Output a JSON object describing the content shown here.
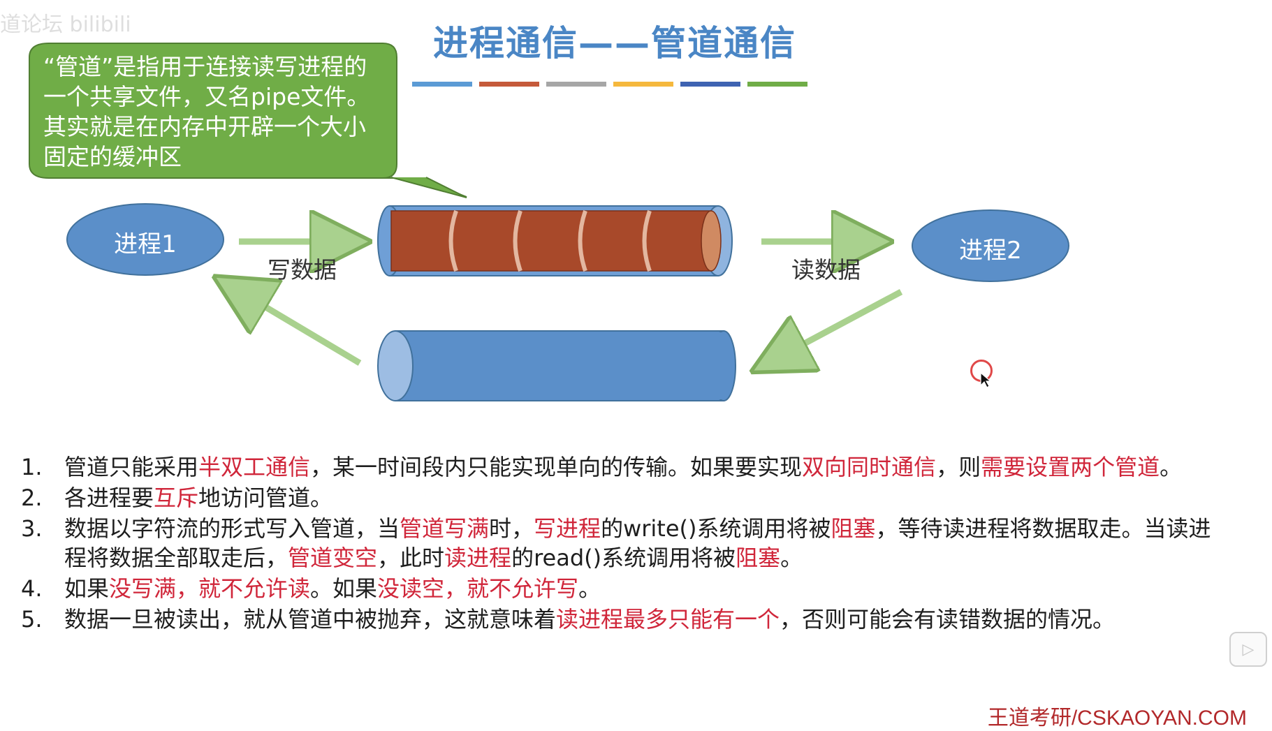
{
  "slide": {
    "title": "进程通信——管道通信",
    "watermark": "道论坛 bilibili",
    "callout": "“管道”是指用于连接读写进程的一个共享文件，又名pipe文件。其实就是在内存中开辟一个大小固定的缓冲区",
    "process1": "进程1",
    "process2": "进程2",
    "write_label": "写数据",
    "read_label": "读数据",
    "color_strip": [
      "#5b9bd5",
      "#c55a3a",
      "#a6a6a6",
      "#f5b83d",
      "#3e63b2",
      "#70ad47"
    ],
    "points": [
      {
        "num": "1.",
        "segments": [
          {
            "text": "管道只能采用",
            "hl": false
          },
          {
            "text": "半双工通信",
            "hl": true
          },
          {
            "text": "，某一时间段内只能实现单向的传输。如果要实现",
            "hl": false
          },
          {
            "text": "双向同时通信",
            "hl": true
          },
          {
            "text": "，则",
            "hl": false
          },
          {
            "text": "需要设置两个管道",
            "hl": true
          },
          {
            "text": "。",
            "hl": false
          }
        ]
      },
      {
        "num": "2.",
        "segments": [
          {
            "text": "各进程要",
            "hl": false
          },
          {
            "text": "互斥",
            "hl": true
          },
          {
            "text": "地访问管道。",
            "hl": false
          }
        ]
      },
      {
        "num": "3.",
        "segments": [
          {
            "text": "数据以字符流的形式写入管道，当",
            "hl": false
          },
          {
            "text": "管道写满",
            "hl": true
          },
          {
            "text": "时，",
            "hl": false
          },
          {
            "text": "写进程",
            "hl": true
          },
          {
            "text": "的write()系统调用将被",
            "hl": false
          },
          {
            "text": "阻塞",
            "hl": true
          },
          {
            "text": "，等待读进程将数据取走。当读进程将数据全部取走后，",
            "hl": false
          },
          {
            "text": "管道变空",
            "hl": true
          },
          {
            "text": "，此时",
            "hl": false
          },
          {
            "text": "读进程",
            "hl": true
          },
          {
            "text": "的read()系统调用将被",
            "hl": false
          },
          {
            "text": "阻塞",
            "hl": true
          },
          {
            "text": "。",
            "hl": false
          }
        ]
      },
      {
        "num": "4.",
        "segments": [
          {
            "text": "如果",
            "hl": false
          },
          {
            "text": "没写满，就不允许读",
            "hl": true
          },
          {
            "text": "。如果",
            "hl": false
          },
          {
            "text": "没读空，就不允许写",
            "hl": true
          },
          {
            "text": "。",
            "hl": false
          }
        ]
      },
      {
        "num": "5.",
        "segments": [
          {
            "text": "数据一旦被读出，就从管道中被抛弃，这就意味着",
            "hl": false
          },
          {
            "text": "读进程最多只能有一个",
            "hl": true
          },
          {
            "text": "，否则可能会有读错数据的情况。",
            "hl": false
          }
        ]
      }
    ],
    "footer": "王道考研/CSKAOYAN.COM"
  }
}
